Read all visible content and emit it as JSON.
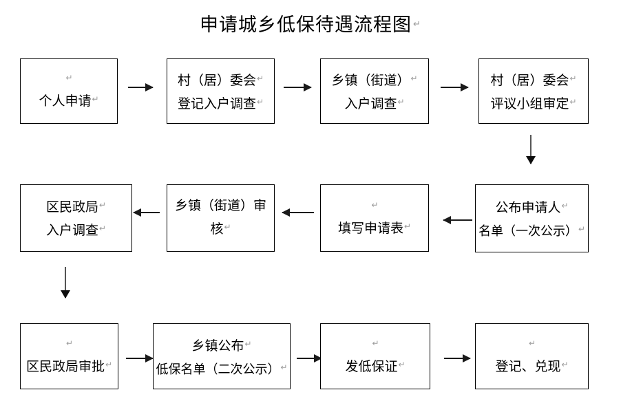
{
  "document": {
    "title": "申请城乡低保待遇流程图",
    "title_pilcrow": "↵",
    "pilcrow": "↵"
  },
  "flowchart": {
    "type": "process-flow",
    "rows": [
      {
        "id": "row-1",
        "direction": "left-to-right",
        "nodes": [
          {
            "id": "node-1",
            "lines": [
              "",
              "个人申请"
            ]
          },
          {
            "id": "node-2",
            "lines": [
              "村（居）委会",
              "登记入户调查"
            ]
          },
          {
            "id": "node-3",
            "lines": [
              "乡镇（街道）",
              "入户调查"
            ]
          },
          {
            "id": "node-4",
            "lines": [
              "村（居）委会",
              "评议小组审定"
            ]
          }
        ]
      },
      {
        "id": "row-2",
        "direction": "right-to-left",
        "nodes": [
          {
            "id": "node-8",
            "lines": [
              "区民政局",
              "入户调查"
            ]
          },
          {
            "id": "node-7",
            "lines": [
              "乡镇（街道）审",
              "核"
            ]
          },
          {
            "id": "node-6",
            "lines": [
              "",
              "填写申请表"
            ]
          },
          {
            "id": "node-5",
            "lines": [
              "公布申请人",
              "名单（一次公示）"
            ]
          }
        ]
      },
      {
        "id": "row-3",
        "direction": "left-to-right",
        "nodes": [
          {
            "id": "node-9",
            "lines": [
              "",
              "区民政局审批"
            ]
          },
          {
            "id": "node-10",
            "lines": [
              "乡镇公布",
              "低保名单（二次公示）"
            ]
          },
          {
            "id": "node-11",
            "lines": [
              "",
              "发低保证"
            ]
          },
          {
            "id": "node-12",
            "lines": [
              "",
              "登记、兑现"
            ]
          }
        ]
      }
    ],
    "connectors": [
      {
        "id": "arrow-r1-1",
        "kind": "arrow-right"
      },
      {
        "id": "arrow-r1-2",
        "kind": "arrow-right"
      },
      {
        "id": "arrow-r1-3",
        "kind": "arrow-right"
      },
      {
        "id": "arrow-down-right",
        "kind": "arrow-down"
      },
      {
        "id": "arrow-r2-1",
        "kind": "arrow-left"
      },
      {
        "id": "arrow-r2-2",
        "kind": "arrow-left"
      },
      {
        "id": "arrow-r2-3",
        "kind": "arrow-left"
      },
      {
        "id": "arrow-down-left",
        "kind": "arrow-down"
      },
      {
        "id": "arrow-r3-1",
        "kind": "arrow-right"
      },
      {
        "id": "arrow-r3-2",
        "kind": "arrow-right"
      },
      {
        "id": "arrow-r3-3",
        "kind": "arrow-right"
      }
    ]
  },
  "colors": {
    "background": "#ffffff",
    "text": "#000000",
    "box_border": "#000000",
    "arrow": "#1a1a1a",
    "arrow_vertical_shaft": "#555555",
    "pilcrow": "#9a9a9a"
  }
}
